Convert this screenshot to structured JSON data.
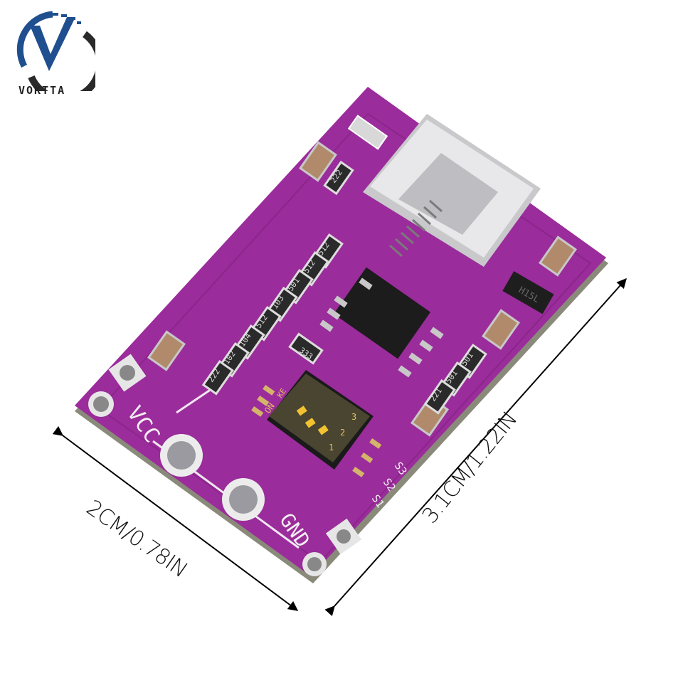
{
  "brand": {
    "logo_icon": "voktta-v-swoosh-icon",
    "name": "VOKTTA",
    "colors": {
      "blue": "#1f4f8f",
      "dark": "#222222"
    }
  },
  "dimensions": {
    "width_label": "2CM/0.78IN",
    "length_label": "3.1CM/1.22IN"
  },
  "board": {
    "pcb_color": "#9b2c9b",
    "pins": {
      "vcc_label": "VCC",
      "gnd_label": "GND"
    },
    "dip_switch": {
      "on_label": "ON",
      "brand_mark": "KE",
      "positions": [
        "1",
        "2",
        "3"
      ],
      "side_labels": [
        "S1",
        "S2",
        "S3"
      ]
    },
    "resistors_left": [
      "512",
      "512",
      "501",
      "103",
      "512",
      "104",
      "102",
      "222"
    ],
    "resistor_mid": "333",
    "resistors_right": [
      "501",
      "501",
      "221"
    ],
    "resistor_top": "222",
    "transistor_marking": "H15L",
    "connector": "usb-type-c-port",
    "watermark": "VOKTTA"
  }
}
